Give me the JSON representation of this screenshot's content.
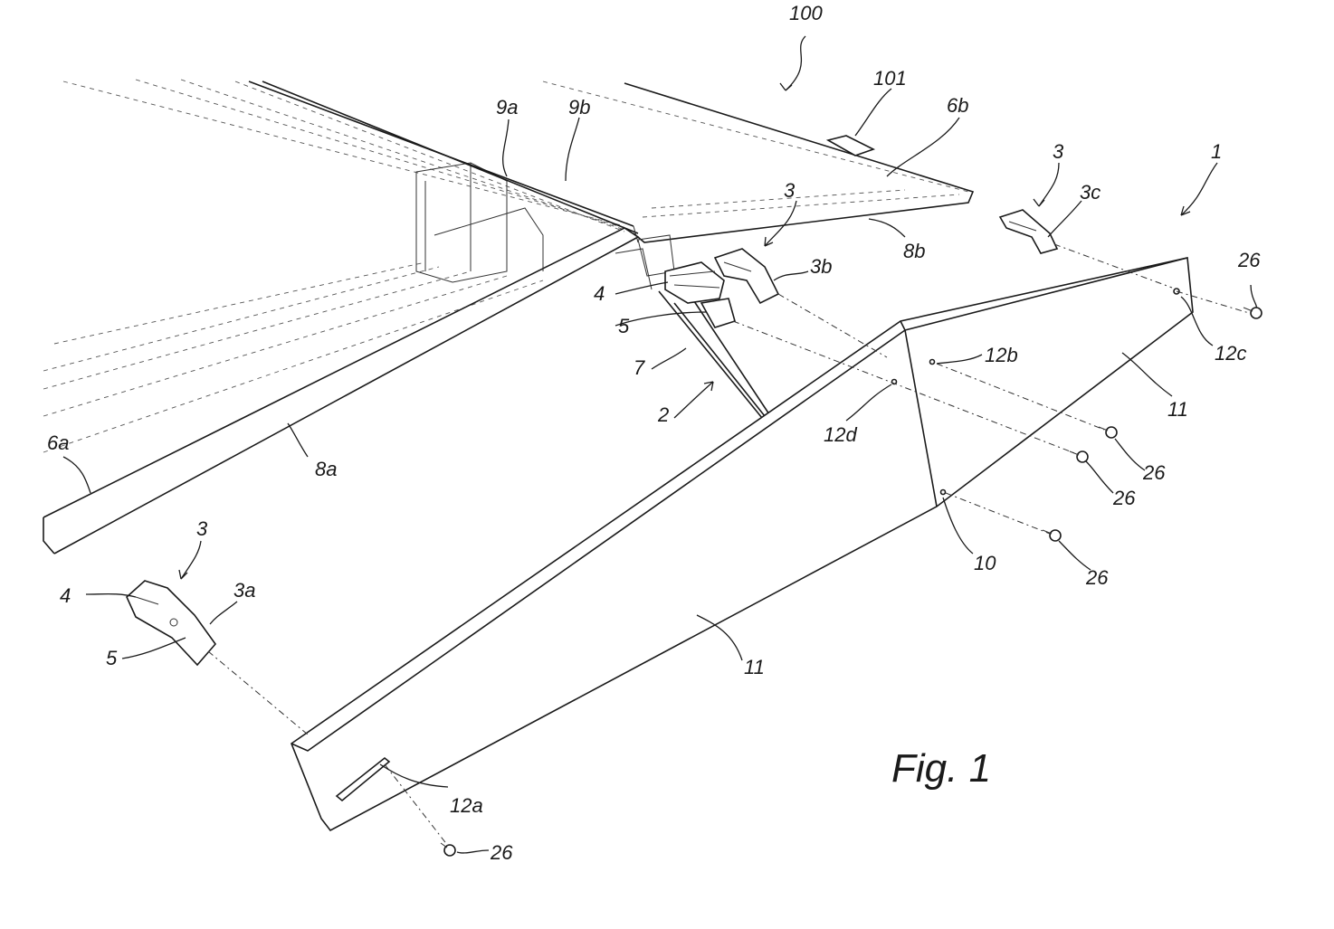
{
  "figure": {
    "caption": "Fig. 1",
    "labels": {
      "l100": "100",
      "l101": "101",
      "l9a": "9a",
      "l9b": "9b",
      "l6b": "6b",
      "l3_top_c": "3",
      "l3c": "3c",
      "l1": "1",
      "l3_top_b": "3",
      "l3b": "3b",
      "l8b": "8b",
      "l26_right": "26",
      "l4_top": "4",
      "l5_top": "5",
      "l12c": "12c",
      "l12b": "12b",
      "l7": "7",
      "l2": "2",
      "l12d": "12d",
      "l11_right": "11",
      "l26_a": "26",
      "l26_b": "26",
      "l6a": "6a",
      "l8a": "8a",
      "l10": "10",
      "l26_c": "26",
      "l3_bottom": "3",
      "l4_bottom": "4",
      "l3a": "3a",
      "l5_bottom": "5",
      "l11_main": "11",
      "l12a": "12a",
      "l26_bottom": "26"
    }
  }
}
